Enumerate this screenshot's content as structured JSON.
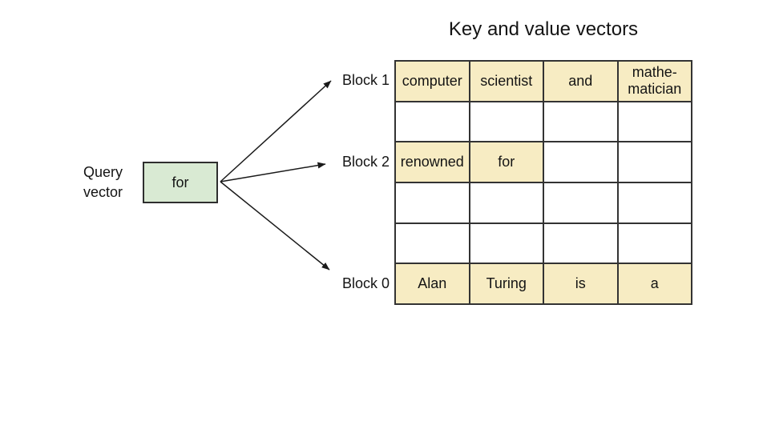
{
  "title": "Key and value vectors",
  "query_vector": {
    "label": "Query\nvector",
    "token": "for"
  },
  "blocks": [
    {
      "label": "Block 1"
    },
    {
      "label": "Block 2"
    },
    {
      "label": "Block 0"
    }
  ],
  "kv_table": {
    "columns": 4,
    "rows": [
      {
        "block": "Block 1",
        "cells": [
          {
            "text": "computer",
            "filled": true
          },
          {
            "text": "scientist",
            "filled": true
          },
          {
            "text": "and",
            "filled": true
          },
          {
            "text": "mathe-\nmatician",
            "filled": true
          }
        ]
      },
      {
        "block": "",
        "cells": [
          {
            "text": "",
            "filled": false
          },
          {
            "text": "",
            "filled": false
          },
          {
            "text": "",
            "filled": false
          },
          {
            "text": "",
            "filled": false
          }
        ]
      },
      {
        "block": "Block 2",
        "cells": [
          {
            "text": "renowned",
            "filled": true
          },
          {
            "text": "for",
            "filled": true
          },
          {
            "text": "",
            "filled": false
          },
          {
            "text": "",
            "filled": false
          }
        ]
      },
      {
        "block": "",
        "cells": [
          {
            "text": "",
            "filled": false
          },
          {
            "text": "",
            "filled": false
          },
          {
            "text": "",
            "filled": false
          },
          {
            "text": "",
            "filled": false
          }
        ]
      },
      {
        "block": "",
        "cells": [
          {
            "text": "",
            "filled": false
          },
          {
            "text": "",
            "filled": false
          },
          {
            "text": "",
            "filled": false
          },
          {
            "text": "",
            "filled": false
          }
        ]
      },
      {
        "block": "Block 0",
        "cells": [
          {
            "text": "Alan",
            "filled": true
          },
          {
            "text": "Turing",
            "filled": true
          },
          {
            "text": "is",
            "filled": true
          },
          {
            "text": "a",
            "filled": true
          }
        ]
      }
    ]
  },
  "colors": {
    "filled_cell": "#f7ecc3",
    "query_box_fill": "#d9ead3",
    "border": "#333333",
    "arrow": "#1a1a1a"
  }
}
